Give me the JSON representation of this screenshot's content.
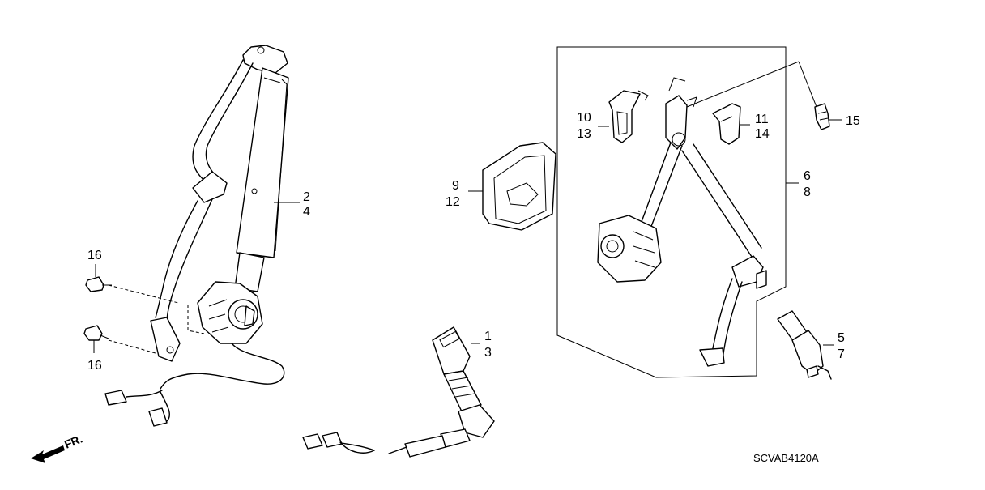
{
  "callouts": {
    "p1": "1",
    "p3": "3",
    "p2": "2",
    "p4": "4",
    "p5": "5",
    "p7": "7",
    "p6": "6",
    "p8": "8",
    "p9": "9",
    "p12": "12",
    "p10": "10",
    "p13": "13",
    "p11": "11",
    "p14": "14",
    "p15": "15",
    "p16a": "16",
    "p16b": "16"
  },
  "direction_label": "FR.",
  "diagram_code": "SCVAB4120A"
}
